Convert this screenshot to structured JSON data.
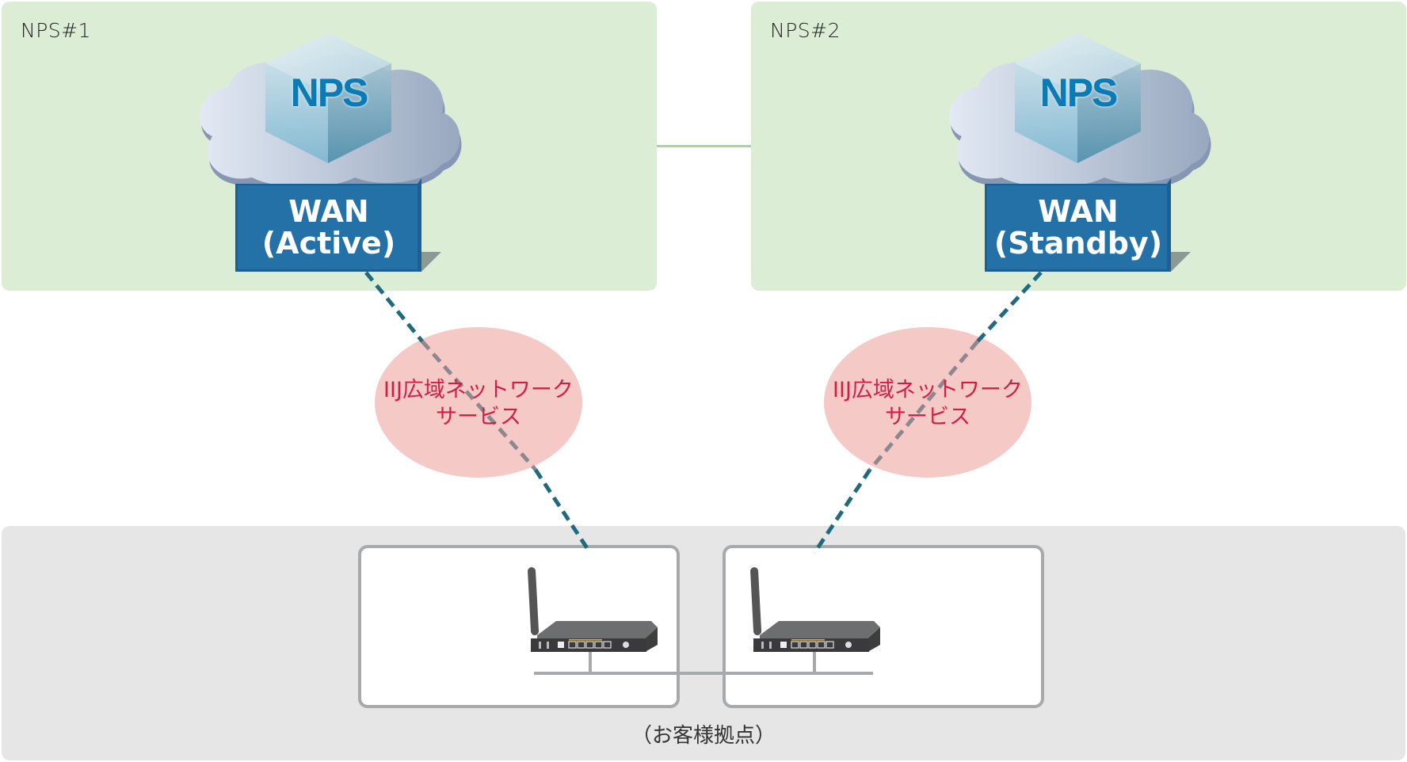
{
  "nodes": {
    "nps1": {
      "label": "NPS#1",
      "server_label": "NPS",
      "wan_line1": "WAN",
      "wan_line2": "(Active)"
    },
    "nps2": {
      "label": "NPS#2",
      "server_label": "NPS",
      "wan_line1": "WAN",
      "wan_line2": "(Standby)"
    }
  },
  "networks": [
    {
      "line1": "IIJ広域ネットワーク",
      "line2": "サービス"
    },
    {
      "line1": "IIJ広域ネットワーク",
      "line2": "サービス"
    }
  ],
  "site": {
    "caption": "（お客様拠点）",
    "devices": [
      "router",
      "router"
    ]
  },
  "colors": {
    "nps_panel": "#dcedd6",
    "site_panel": "#e6e6e6",
    "wan_box": "#2471a8",
    "network_ellipse": "#f5c9c6",
    "network_text": "#d21e45",
    "dashed_link": "#206a80"
  }
}
